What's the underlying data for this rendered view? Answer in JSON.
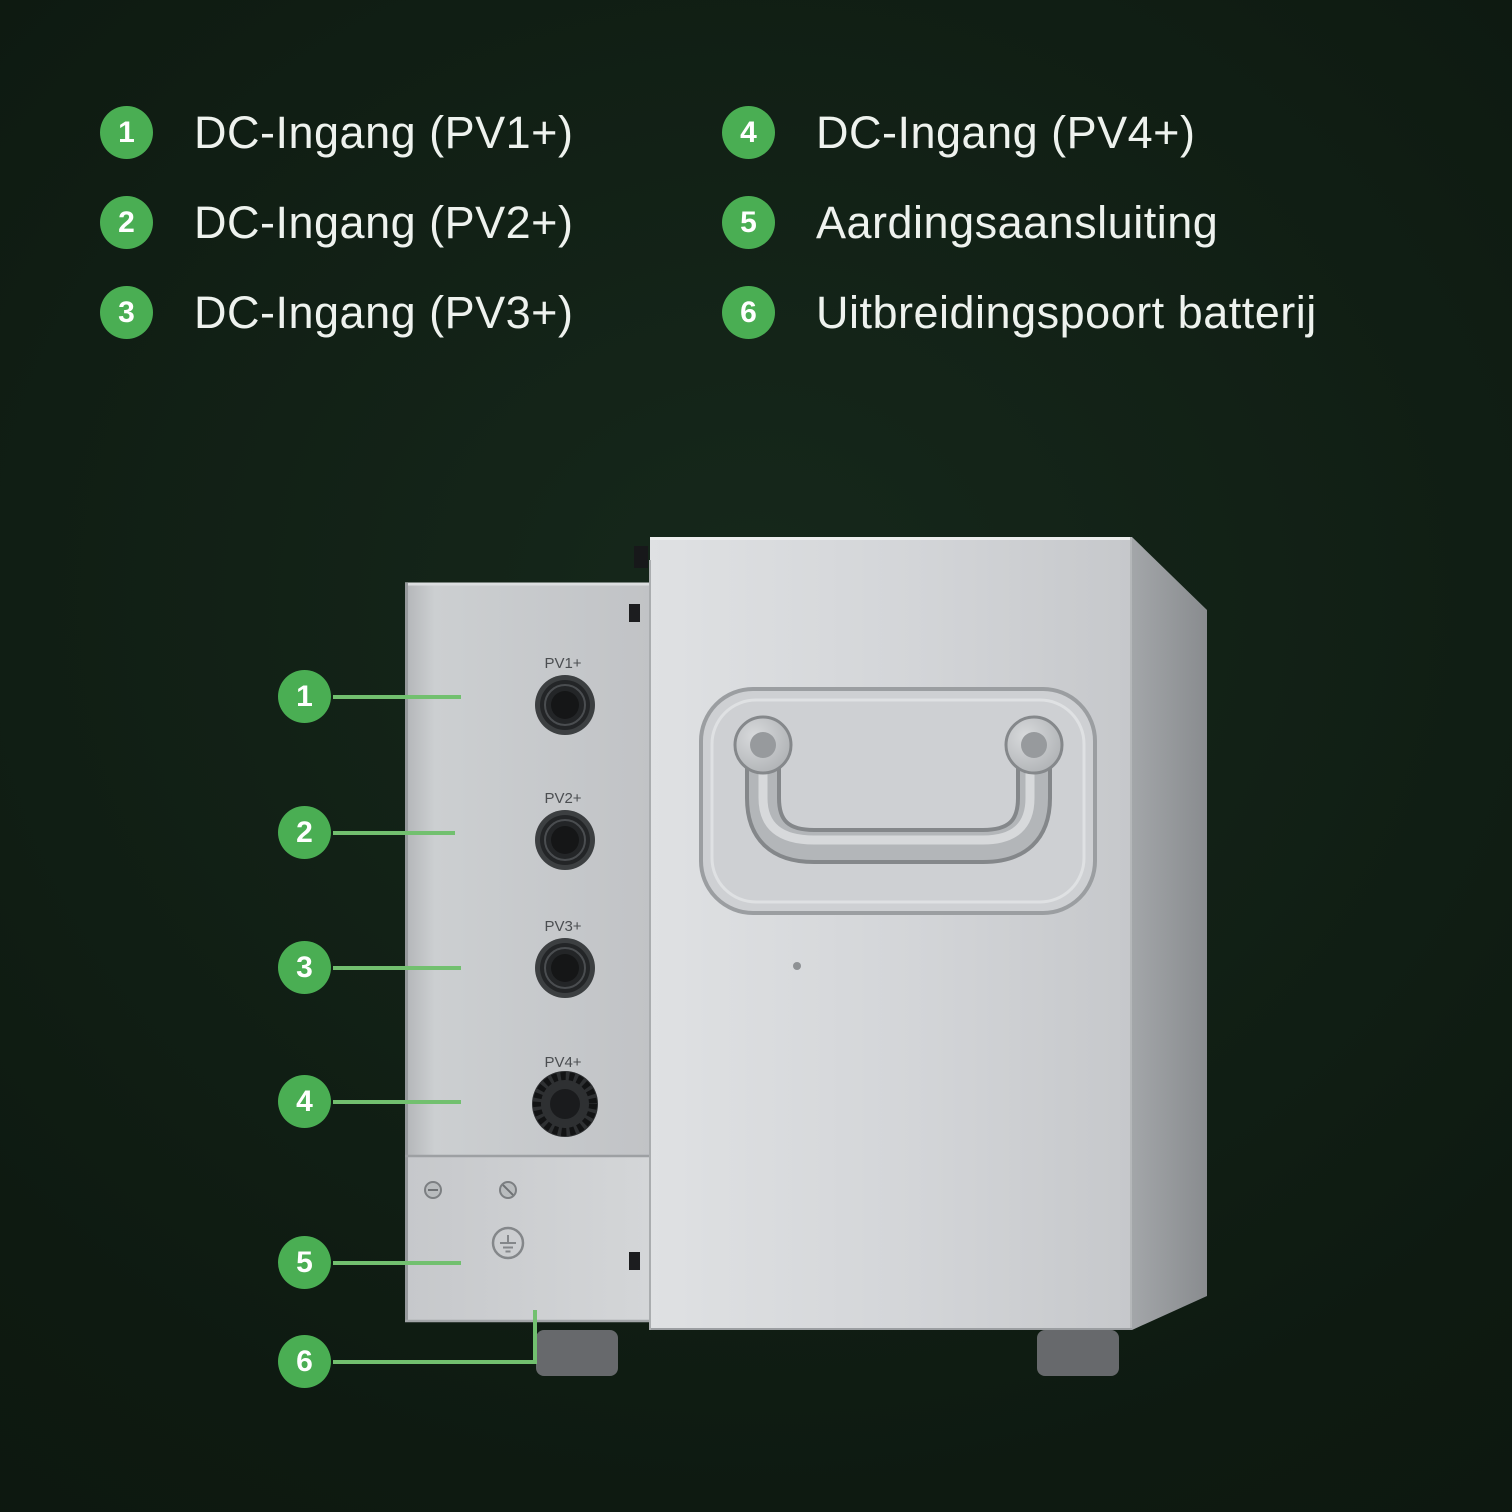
{
  "colors": {
    "background": "#0e1a11",
    "badge_green": "#4aae53",
    "line_green": "#72c06f",
    "text": "#eef2ee"
  },
  "legend": {
    "items": [
      {
        "number": "1",
        "label": "DC-Ingang (PV1+)"
      },
      {
        "number": "2",
        "label": "DC-Ingang (PV2+)"
      },
      {
        "number": "3",
        "label": "DC-Ingang (PV3+)"
      },
      {
        "number": "4",
        "label": "DC-Ingang (PV4+)"
      },
      {
        "number": "5",
        "label": "Aardingsaansluiting"
      },
      {
        "number": "6",
        "label": "Uitbreidingspoort batterij"
      }
    ]
  },
  "callouts": [
    {
      "number": "1"
    },
    {
      "number": "2"
    },
    {
      "number": "3"
    },
    {
      "number": "4"
    },
    {
      "number": "5"
    },
    {
      "number": "6"
    }
  ],
  "device": {
    "port_labels": [
      "PV1+",
      "PV2+",
      "PV3+",
      "PV4+"
    ]
  }
}
